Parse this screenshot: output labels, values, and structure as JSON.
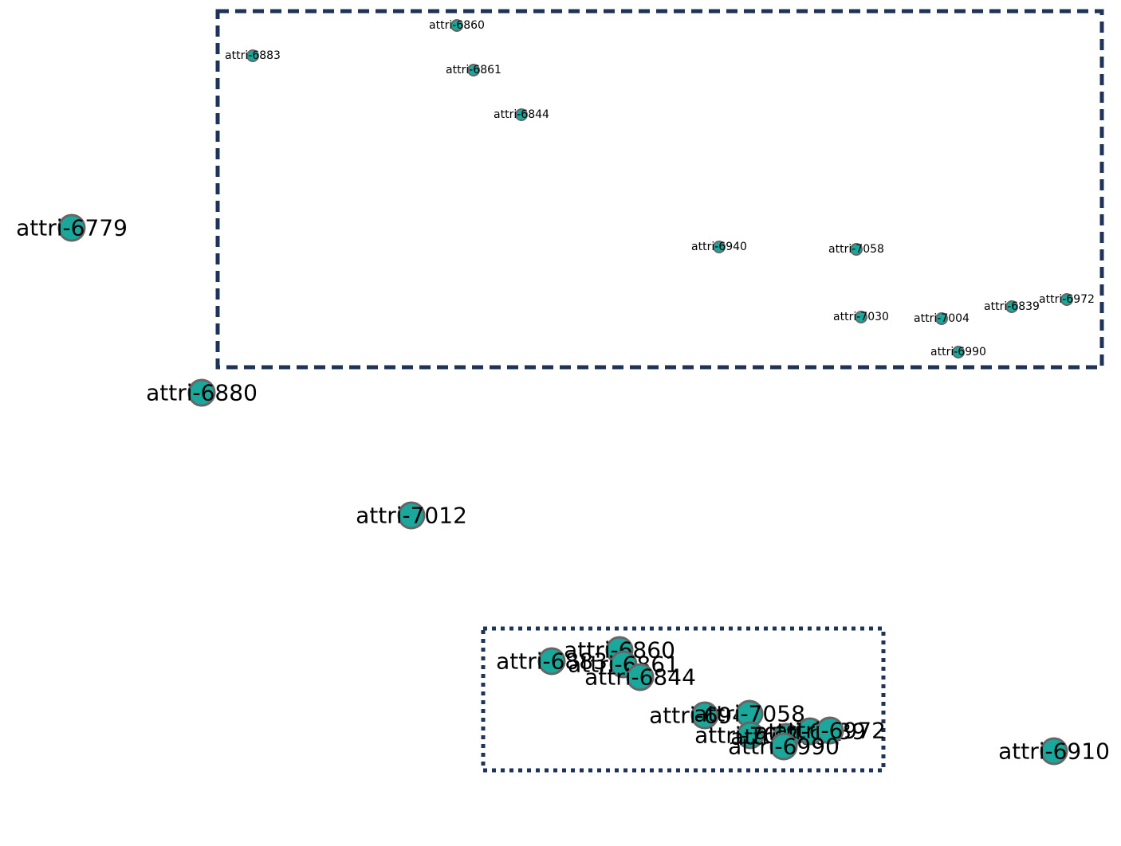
{
  "colors": {
    "node_fill": "#1aa89c",
    "node_stroke": "#666666",
    "box_stroke": "#1f3358",
    "text": "#000000"
  },
  "outer_nodes": [
    {
      "label": "attri-6779"
    },
    {
      "label": "attri-6880"
    },
    {
      "label": "attri-7012"
    },
    {
      "label": "attri-6910"
    }
  ],
  "cluster_nodes": [
    {
      "label": "attri-6883"
    },
    {
      "label": "attri-6860"
    },
    {
      "label": "attri-6861"
    },
    {
      "label": "attri-6844"
    },
    {
      "label": "attri-6940"
    },
    {
      "label": "attri-7058"
    },
    {
      "label": "attri-7030"
    },
    {
      "label": "attri-7004"
    },
    {
      "label": "attri-6839"
    },
    {
      "label": "attri-6972"
    },
    {
      "label": "attri-6990"
    }
  ],
  "zoom_box": {
    "line_style": "dashed"
  },
  "source_box": {
    "line_style": "dotted"
  }
}
